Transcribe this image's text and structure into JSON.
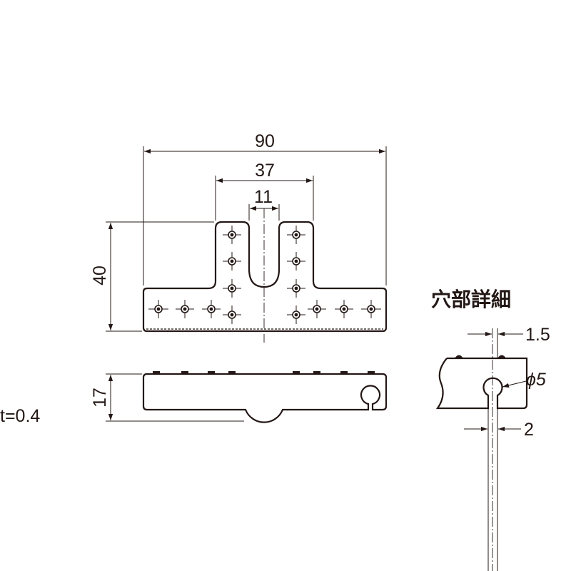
{
  "dimensions": {
    "width_overall": "90",
    "width_tab": "37",
    "slot_width": "11",
    "height_top": "40",
    "height_front": "17",
    "thickness": "t=0.4"
  },
  "detail": {
    "title": "穴部詳細",
    "offset": "1.5",
    "diameter": "ϕ5",
    "gap": "2"
  }
}
